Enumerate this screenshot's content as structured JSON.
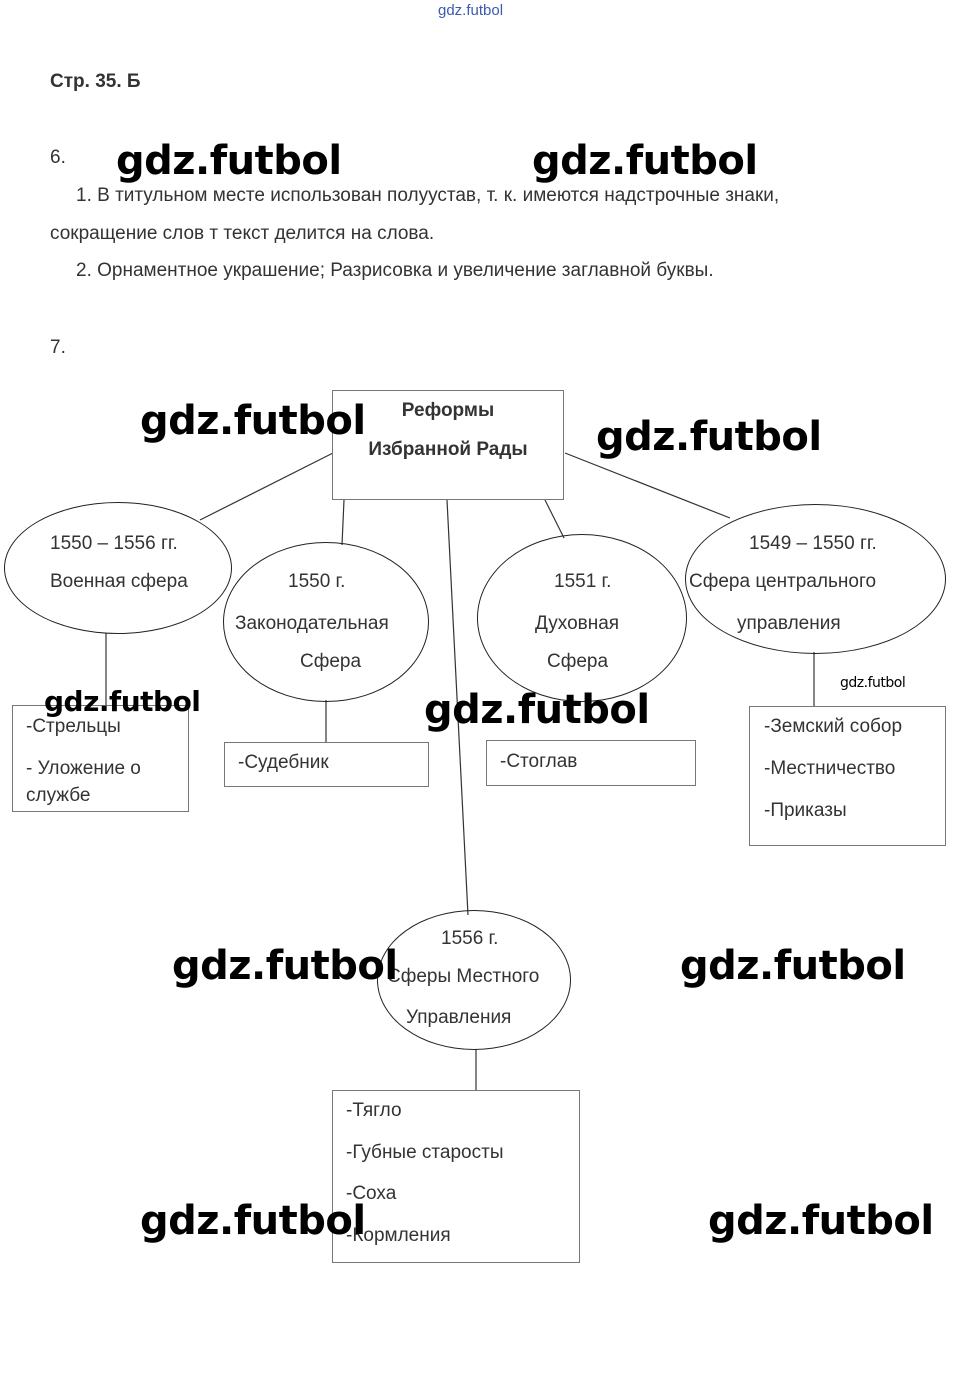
{
  "watermark_top": "gdz.futbol",
  "watermark": "gdz.futbol",
  "page_ref": "Стр. 35. Б",
  "task6": {
    "number": "6.",
    "line1": "1. В титульном месте использован полуустав, т. к. имеются надстрочные знаки,",
    "line2": "сокращение слов т текст делится на слова.",
    "line3": "2. Орнаментное украшение; Разрисовка и увеличение заглавной буквы."
  },
  "task7": {
    "number": "7.",
    "root": {
      "line1": "Реформы",
      "line2": "Избранной Рады"
    },
    "military": {
      "year": "1550 – 1556 гг.",
      "label": "Военная сфера",
      "items": [
        "-Стрельцы",
        "- Уложение о",
        "службе"
      ]
    },
    "legislative": {
      "year": "1550 г.",
      "line1": "Законодательная",
      "line2": "Сфера",
      "items": [
        "-Судебник"
      ]
    },
    "spiritual": {
      "year": "1551 г.",
      "line1": "Духовная",
      "line2": "Сфера",
      "items": [
        "-Стоглав"
      ]
    },
    "central": {
      "year": "1549 – 1550 гг.",
      "line1": "Сфера центрального",
      "line2": "управления",
      "items": [
        "-Земский собор",
        "-Местничество",
        "-Приказы"
      ]
    },
    "local": {
      "year": "1556 г.",
      "line1": "Сферы Местного",
      "line2": "Управления",
      "items": [
        "-Тягло",
        "-Губные старосты",
        "-Соха",
        "-Кормления"
      ]
    }
  }
}
